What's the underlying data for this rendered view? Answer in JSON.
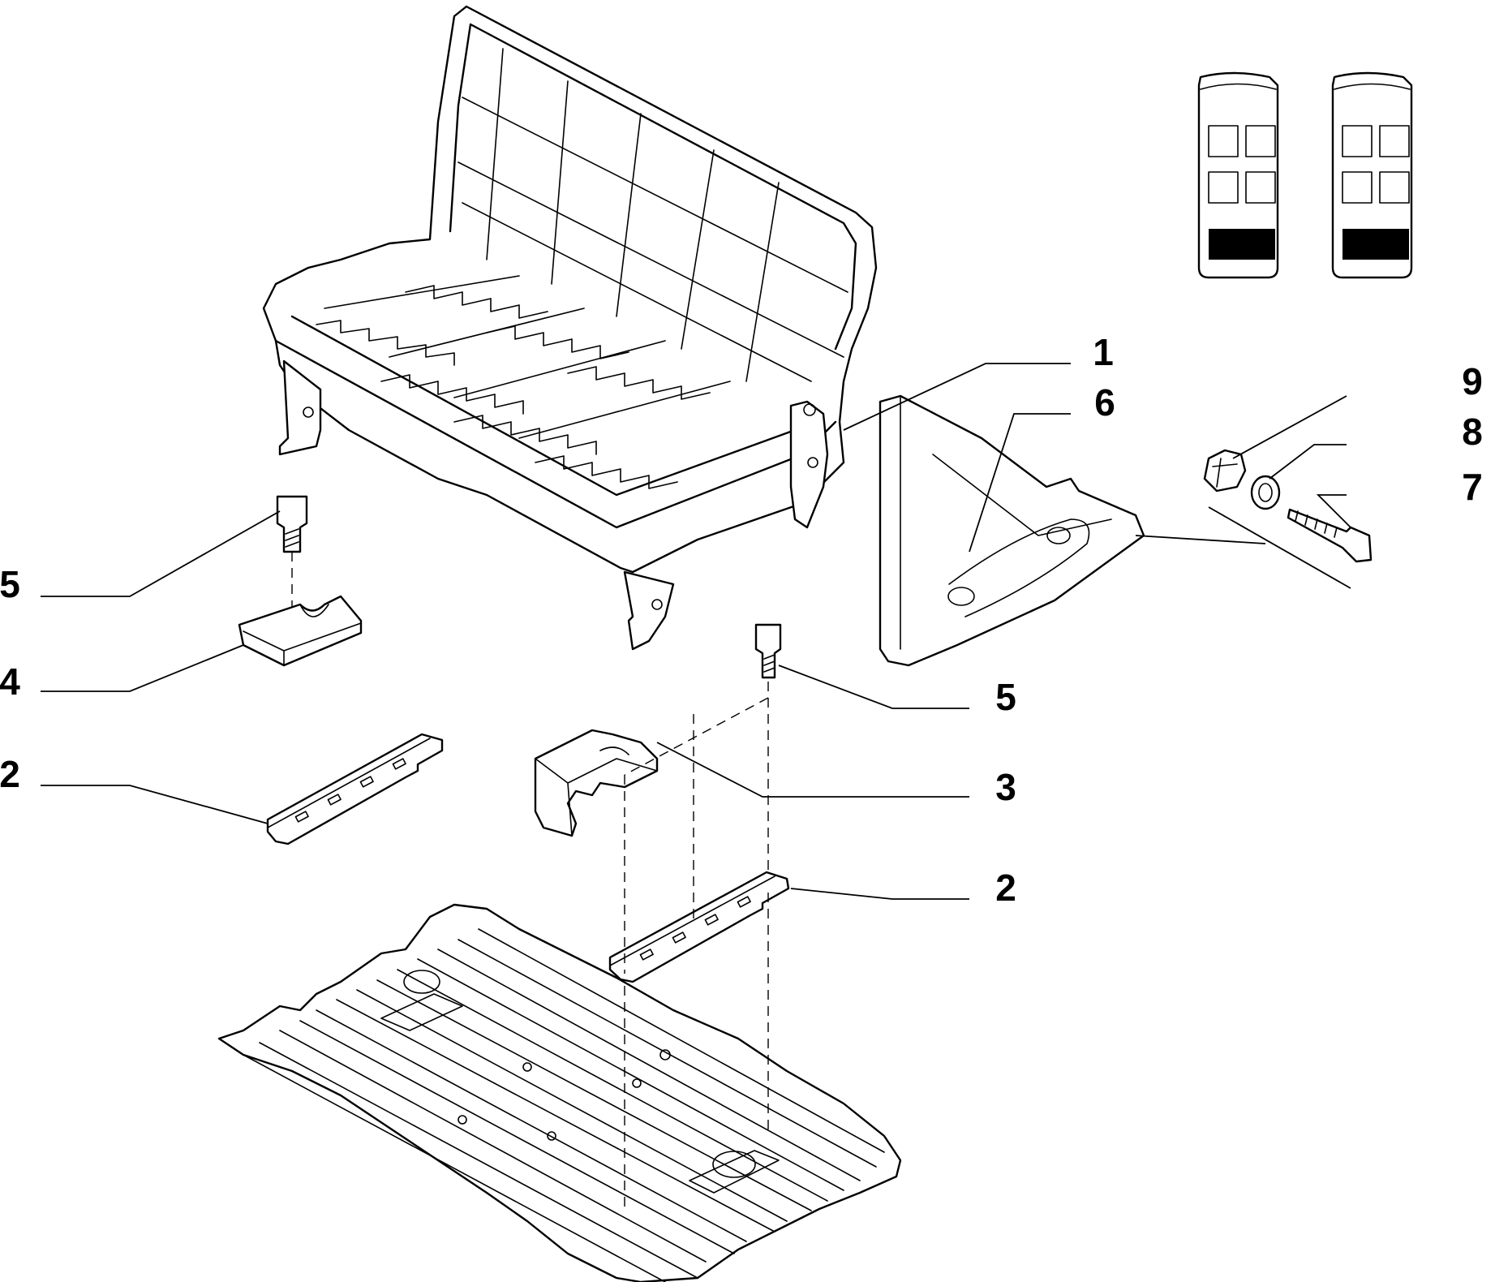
{
  "callouts": [
    {
      "id": "c1",
      "text": "1"
    },
    {
      "id": "c6",
      "text": "6"
    },
    {
      "id": "c9",
      "text": "9"
    },
    {
      "id": "c8",
      "text": "8"
    },
    {
      "id": "c7",
      "text": "7"
    },
    {
      "id": "c5a",
      "text": "5"
    },
    {
      "id": "c4",
      "text": "4"
    },
    {
      "id": "c5b",
      "text": "5"
    },
    {
      "id": "c2a",
      "text": "2"
    },
    {
      "id": "c3",
      "text": "3"
    },
    {
      "id": "c2b",
      "text": "2"
    }
  ],
  "colors": {
    "ink": "#000000",
    "background": "#ffffff"
  }
}
